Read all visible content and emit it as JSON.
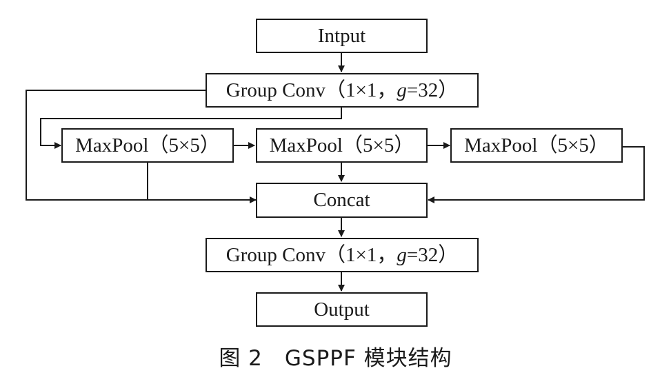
{
  "nodes": {
    "input": {
      "label": "Intput"
    },
    "group_conv_top": {
      "prefix": "Group Conv（1×1，",
      "var": "g",
      "suffix": "=32）"
    },
    "maxpool_1": {
      "label": "MaxPool（5×5）"
    },
    "maxpool_2": {
      "label": "MaxPool（5×5）"
    },
    "maxpool_3": {
      "label": "MaxPool（5×5）"
    },
    "concat": {
      "label": "Concat"
    },
    "group_conv_bottom": {
      "prefix": "Group Conv（1×1，",
      "var": "g",
      "suffix": "=32）"
    },
    "output": {
      "label": "Output"
    }
  },
  "caption": "图 2　GSPPF 模块结构",
  "edges": [
    {
      "from": "input",
      "to": "group_conv_top"
    },
    {
      "from": "group_conv_top",
      "to": "maxpool_1"
    },
    {
      "from": "group_conv_top",
      "to": "concat"
    },
    {
      "from": "maxpool_1",
      "to": "maxpool_2"
    },
    {
      "from": "maxpool_1",
      "to": "concat"
    },
    {
      "from": "maxpool_2",
      "to": "maxpool_3"
    },
    {
      "from": "maxpool_2",
      "to": "concat"
    },
    {
      "from": "maxpool_3",
      "to": "concat"
    },
    {
      "from": "concat",
      "to": "group_conv_bottom"
    },
    {
      "from": "group_conv_bottom",
      "to": "output"
    }
  ]
}
